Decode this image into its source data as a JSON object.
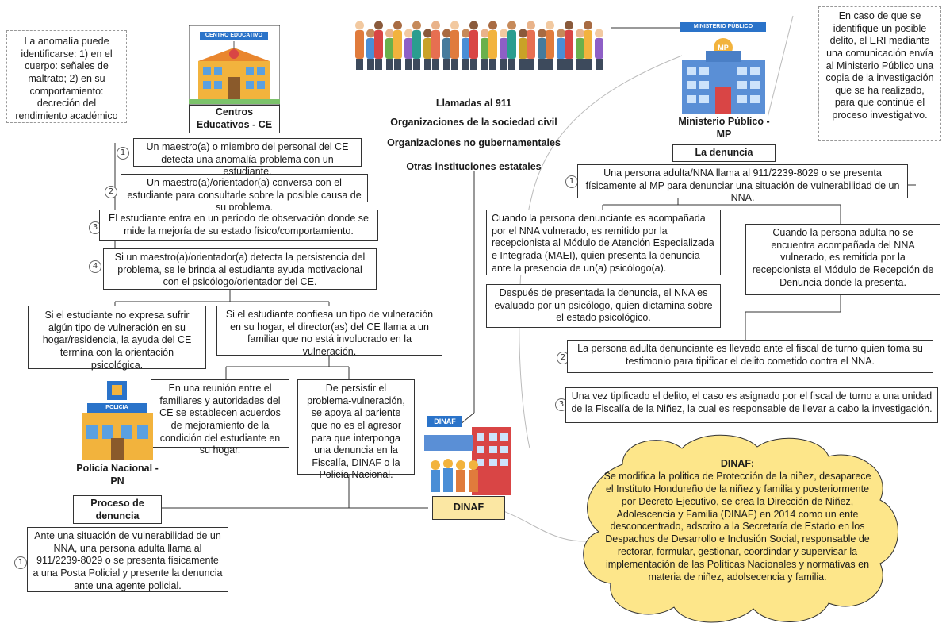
{
  "people_top": {
    "label": ""
  },
  "note_left": "La anomalía puede identificarse: 1) en el cuerpo: señales de maltrato; 2) en su comportamiento: decreción del rendimiento académico",
  "note_right": "En caso de que se identifique un posible delito, el ERI mediante una comunicación envía al Ministerio Público una copia de la investigación que se ha realizado, para que continúe el proceso investigativo.",
  "school": {
    "sign": "CENTRO EDUCATIVO",
    "label": "Centros Educativos - CE"
  },
  "ministerio": {
    "sign": "MINISTERIO PÚBLICO",
    "badge": "MP",
    "label": "Ministerio Público - MP",
    "sub": "La denuncia"
  },
  "police": {
    "sign": "POLICIA",
    "label": "Policía Nacional - PN",
    "sub": "Proceso de denuncia"
  },
  "dinaf": {
    "sign": "DINAF",
    "label": "DINAF"
  },
  "center_list": [
    "Llamadas al 911",
    "Organizaciones de la sociedad civil",
    "Organizaciones no gubernamentales",
    "Otras instituciones estatales"
  ],
  "ce_steps": [
    {
      "num": "1",
      "text": "Un maestro(a) o miembro del personal del CE detecta una anomalía-problema con un estudiante."
    },
    {
      "num": "2",
      "text": "Un maestro(a)/orientador(a) conversa con el estudiante para consultarle sobre la posible causa de su problema."
    },
    {
      "num": "3",
      "text": "El estudiante entra en un período de observación donde se mide la mejoría de su estado físico/comportamiento."
    },
    {
      "num": "4",
      "text": "Si un maestro(a)/orientador(a) detecta la persistencia del problema, se le brinda al estudiante ayuda motivacional con el psicólogo/orientador del CE."
    }
  ],
  "ce_branch_no": "Si el estudiante no expresa sufrir algún tipo de vulneración en su hogar/residencia, la ayuda del CE termina con la orientación psicológica.",
  "ce_branch_yes": "Si el estudiante confiesa un tipo de vulneración en su hogar, el director(as) del CE llama a un familiar que no está involucrado en la vulneración.",
  "ce_meeting": "En una reunión entre el familiares y autoridades del CE se establecen acuerdos de mejoramiento de la condición del estudiante en su hogar.",
  "ce_persist": "De persistir el problema-vulneración, se apoya al pariente que no es el agresor para que interponga una denuncia en la Fiscalía, DINAF o la Policía Nacional.",
  "mp_steps": {
    "step1": {
      "num": "1",
      "text": "Una persona adulta/NNA llama al 911/2239-8029 o se presenta físicamente al MP para denunciar una situación de vulnerabilidad de un NNA."
    },
    "accomp": "Cuando la persona denunciante es acompañada por el NNA vulnerado, es remitido por la recepcionista al Módulo de Atención Especializada e Integrada (MAEI), quien presenta la denuncia ante la presencia de un(a) psicólogo(a).",
    "no_accomp": "Cuando la persona adulta no se encuentra acompañada del NNA vulnerado, es remitida por la recepcionista el Módulo de Recepción de Denuncia donde la presenta.",
    "psych": "Después de presentada la denuncia, el NNA es evaluado por un psicólogo, quien dictamina sobre el estado psicológico.",
    "step2": {
      "num": "2",
      "text": "La persona adulta denunciante es llevado ante el fiscal de turno quien toma su testimonio para tipificar el delito cometido contra el NNA."
    },
    "step3": {
      "num": "3",
      "text": "Una vez tipificado el delito, el caso es asignado por el fiscal de turno a una unidad de la Fiscalía de la Niñez, la cual es responsable de llevar a cabo la investigación."
    }
  },
  "pn_step1": {
    "num": "1",
    "text": "Ante una situación de vulnerabilidad de un NNA, una persona adulta llama al 911/2239-8029 o se presenta físicamente a una Posta Policial y presente la denuncia ante una agente policial."
  },
  "cloud": {
    "title": "DINAF:",
    "text": "Se modifica la politica de Protección de la niñez, desaparece el Instituto Hondureño de la niñez y familia y posteriormente por Decreto Ejecutivo, se crea la Dirección de Niñez, Adolescencia y Familia (DINAF) en 2014 como un ente desconcentrado, adscrito a la Secretaría de Estado en los Despachos de Desarrollo e Inclusión Social, responsable de rectorar, formular, gestionar, coordindar y supervisar la implementación de las Políticas Nacionales y normativas en materia de niñez, adolsecencia y familia."
  },
  "colors": {
    "sign_blue": "#2a73c9",
    "building_yellow": "#f2b33d",
    "building_orange": "#e9862e",
    "mp_blue": "#5a8fd6",
    "cloud_fill": "#fde68a",
    "dinaf_label_bg": "#fbe7a3"
  }
}
